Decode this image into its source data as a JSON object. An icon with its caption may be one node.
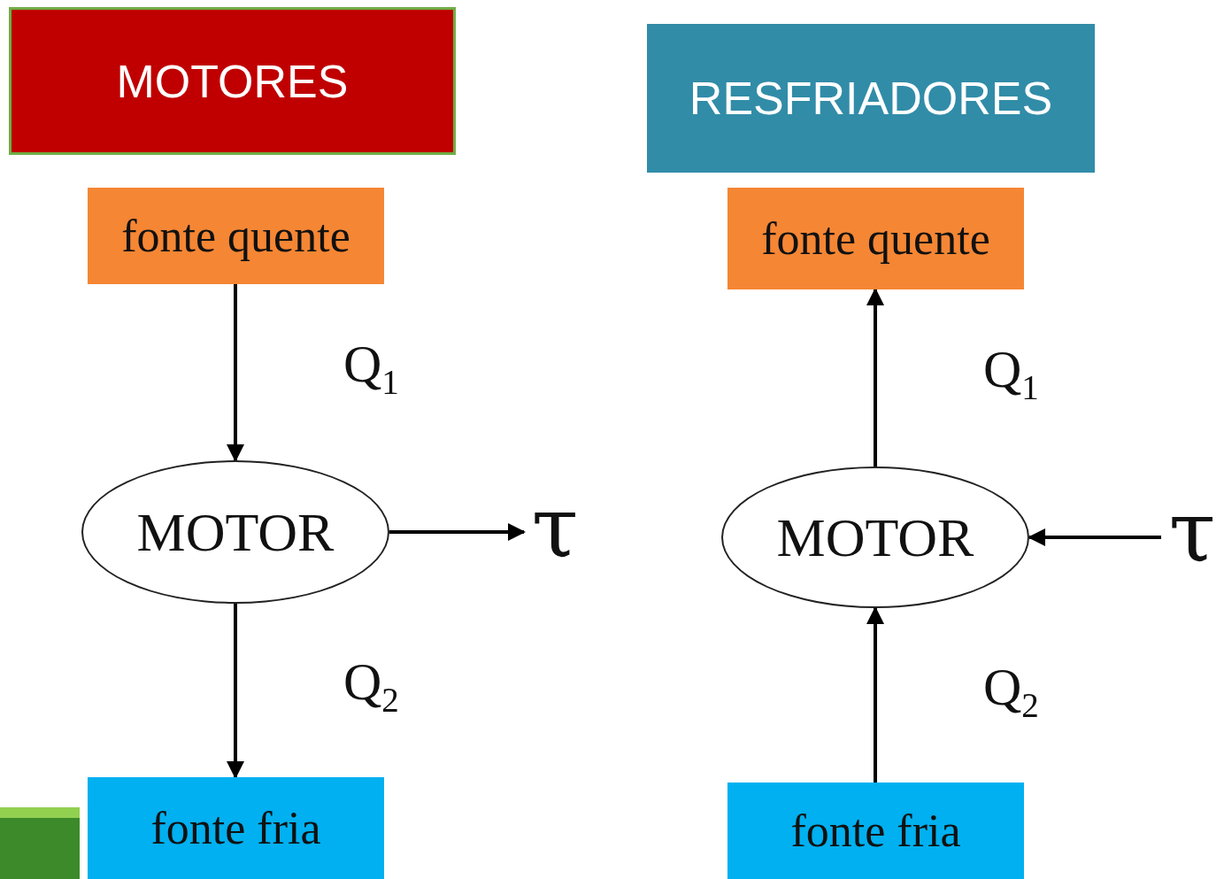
{
  "diagram": {
    "nodes": [
      {
        "text": [
          "MOTORES"
        ]
      },
      {
        "text": [
          "fonte quente"
        ]
      },
      {
        "text": [
          "MOTOR"
        ]
      },
      {
        "text": [
          "τ"
        ]
      },
      {
        "text": [
          "fonte fria"
        ]
      },
      {
        "text": [
          "RESFRIADORES"
        ]
      },
      {
        "text": [
          "fonte quente"
        ]
      },
      {
        "text": [
          "MOTOR"
        ]
      },
      {
        "text": [
          "τ"
        ]
      },
      {
        "text": [
          "fonte fria"
        ]
      }
    ],
    "edges": [
      {
        "from": 1,
        "to": 2,
        "arrow": "to",
        "label": "Q$_{1}$"
      },
      {
        "from": 2,
        "to": 3,
        "arrow": "to"
      },
      {
        "from": 2,
        "to": 4,
        "arrow": "to",
        "label": "Q$_{2}$"
      },
      {
        "from": 7,
        "to": 6,
        "arrow": "to",
        "label": "Q$_{1}$"
      },
      {
        "from": 8,
        "to": 7,
        "arrow": "to"
      },
      {
        "from": 9,
        "to": 7,
        "arrow": "to",
        "label": "Q$_{2}$"
      }
    ]
  }
}
